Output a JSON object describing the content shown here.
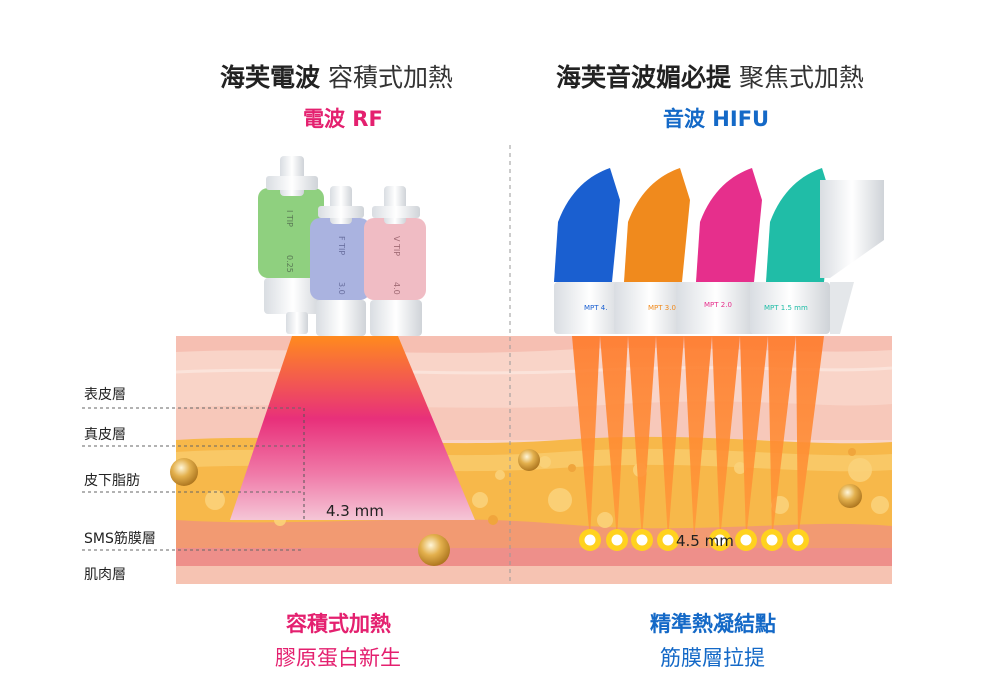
{
  "left": {
    "title_bold": "海芙電波",
    "title_light": "容積式加熱",
    "subtitle": "電波 RF",
    "tips": [
      "I TIP",
      "F TIP",
      "V TIP"
    ],
    "tip_numbers": [
      "0.25",
      "3.0",
      "4.0"
    ],
    "measure": "4.3",
    "measure_unit": "mm",
    "caption_line1": "容積式加熱",
    "caption_line2": "膠原蛋白新生"
  },
  "right": {
    "title_bold": "海芙音波媚必提",
    "title_light": "聚焦式加熱",
    "subtitle": "音波 HIFU",
    "cartridge_label": "MPT",
    "cartridge_values": [
      "4.",
      "3.0",
      "2.0",
      "1.5 mm"
    ],
    "measure": "4.5",
    "measure_unit": "mm",
    "caption_line1": "精準熱凝結點",
    "caption_line2": "筋膜層拉提"
  },
  "layers": [
    "表皮層",
    "真皮層",
    "皮下脂肪",
    "SMS筋膜層",
    "肌肉層"
  ],
  "colors": {
    "rf_accent": "#e4206f",
    "hifu_accent": "#1469c7",
    "skin_top": "#f6c6b8",
    "fat": "#f7b84a",
    "muscle": "#ee8f8a",
    "cartridge_colors": [
      "#1a5fd0",
      "#f08a1d",
      "#e62f8c",
      "#20bda7"
    ],
    "rf_tip_colors": [
      "#8fd07f",
      "#aab3e0",
      "#f0bcc4"
    ]
  }
}
